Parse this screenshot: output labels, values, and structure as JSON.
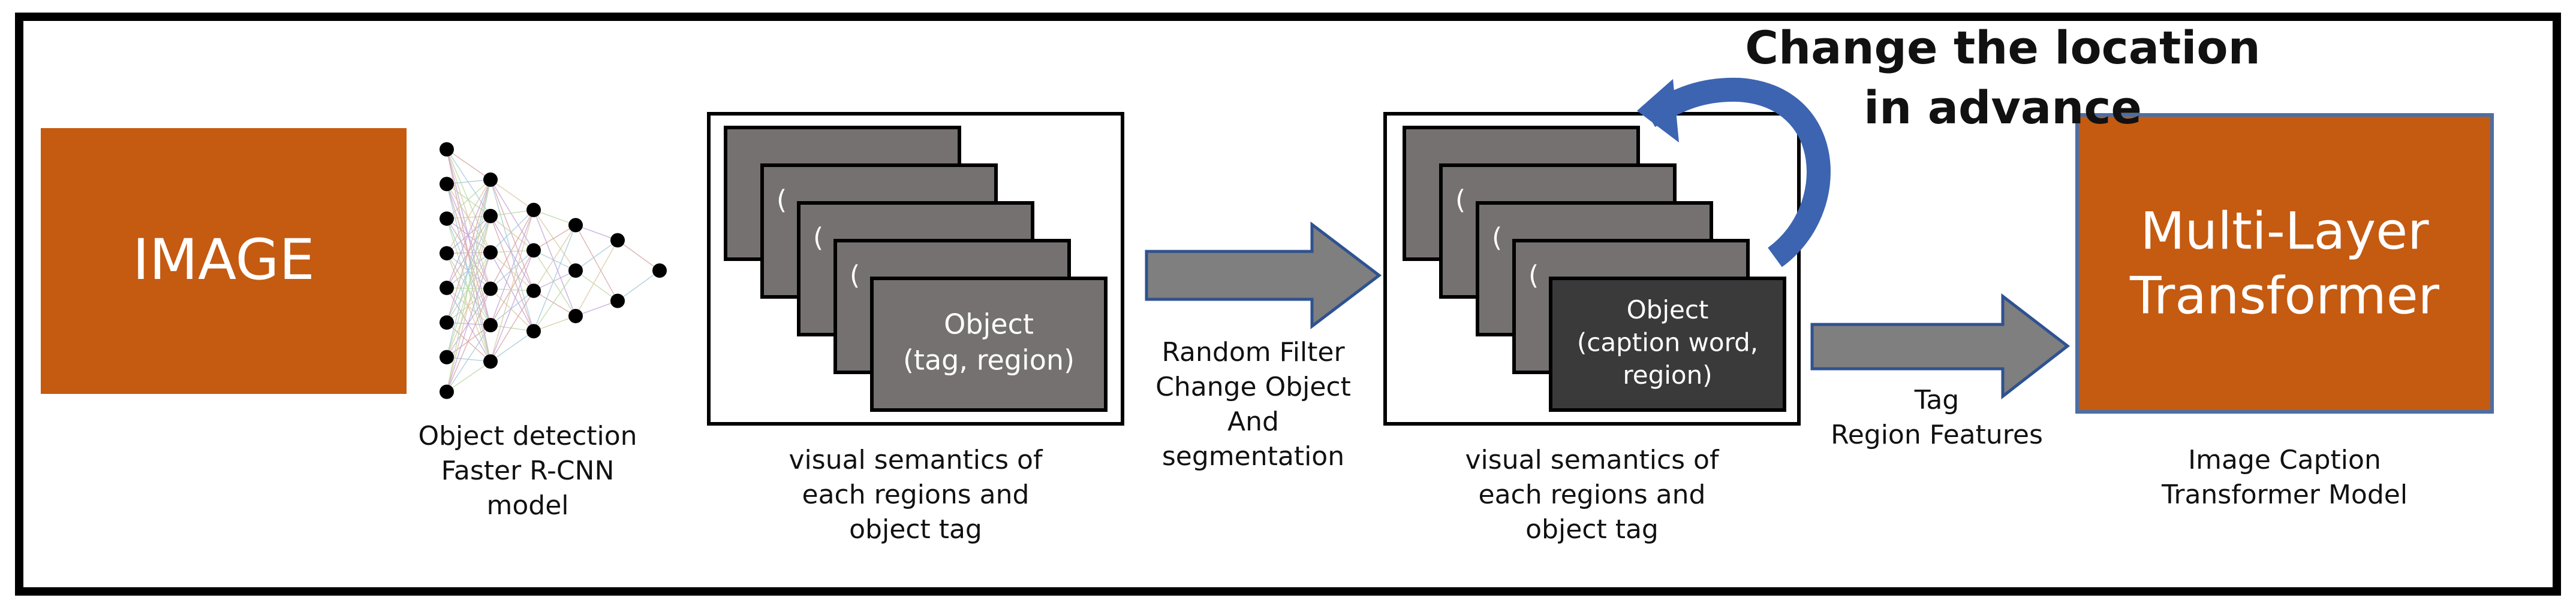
{
  "colors": {
    "image_box": "#C55A11",
    "transformer_box": "#C55A11",
    "transformer_border": "#4A6FA5",
    "card_fill": "#767171",
    "card_dark_fill": "#3A3A3A",
    "arrow_fill": "#7F7F7F",
    "arrow_border": "#2F528F",
    "curved_arrow": "#3C64B1",
    "frame_border": "#000000"
  },
  "image_box": {
    "label": "IMAGE"
  },
  "detector": {
    "caption": [
      "Object detection",
      "Faster R-CNN",
      "model"
    ]
  },
  "stack1": {
    "card_label": [
      "Object",
      "(tag,   region)"
    ],
    "partial_glyph": "(",
    "caption": [
      "visual semantics of",
      "each regions and",
      "object tag"
    ]
  },
  "arrow1": {
    "caption": [
      "Random Filter",
      "Change Object",
      "And",
      "segmentation"
    ]
  },
  "stack2": {
    "card_label": [
      "Object",
      "(caption word,",
      "region)"
    ],
    "partial_glyph": "(",
    "caption": [
      "visual semantics of",
      "each regions and",
      "object tag"
    ]
  },
  "curved_note": {
    "lines": [
      "Change the location",
      "in advance"
    ]
  },
  "arrow2": {
    "caption": [
      "Tag",
      "Region Features"
    ]
  },
  "transformer": {
    "label": [
      "Multi-Layer",
      "Transformer"
    ],
    "caption": [
      "Image Caption",
      "Transformer Model"
    ]
  }
}
